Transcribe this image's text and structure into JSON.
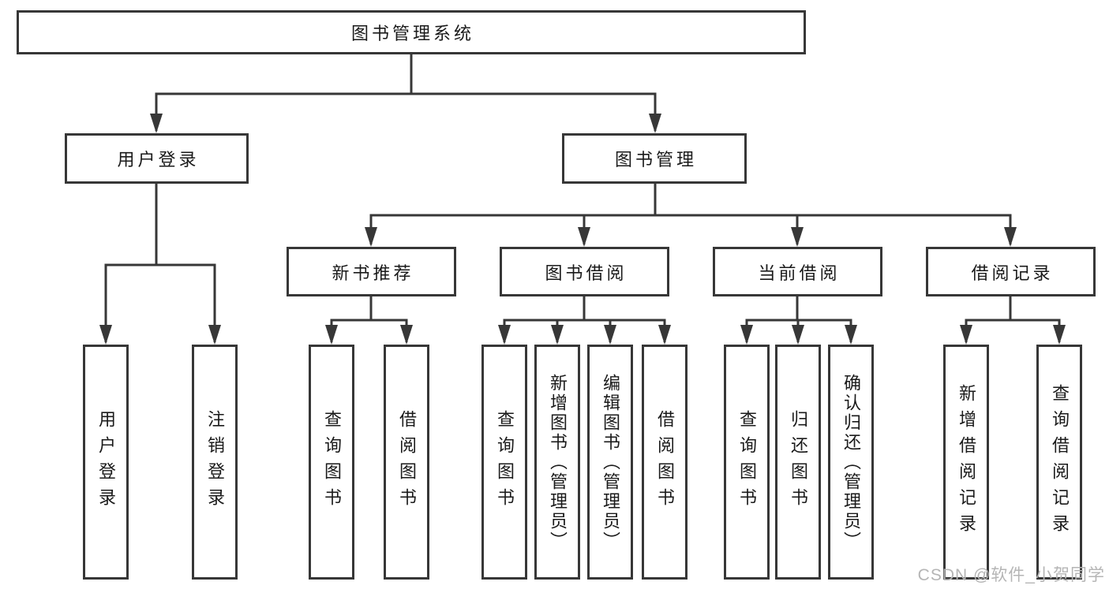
{
  "tree": {
    "label": "图书管理系统",
    "children": [
      {
        "label": "用户登录",
        "children": [
          {
            "label": "用户登录"
          },
          {
            "label": "注销登录"
          }
        ]
      },
      {
        "label": "图书管理",
        "children": [
          {
            "label": "新书推荐",
            "children": [
              {
                "label": "查询图书"
              },
              {
                "label": "借阅图书"
              }
            ]
          },
          {
            "label": "图书借阅",
            "children": [
              {
                "label": "查询图书"
              },
              {
                "label": "新增图书（管理员）"
              },
              {
                "label": "编辑图书（管理员）"
              },
              {
                "label": "借阅图书"
              }
            ]
          },
          {
            "label": "当前借阅",
            "children": [
              {
                "label": "查询图书"
              },
              {
                "label": "归还图书"
              },
              {
                "label": "确认归还（管理员）"
              }
            ]
          },
          {
            "label": "借阅记录",
            "children": [
              {
                "label": "新增借阅记录"
              },
              {
                "label": "查询借阅记录"
              }
            ]
          }
        ]
      }
    ]
  },
  "watermark": {
    "text": "CSDN @软件_小贺同学"
  },
  "colors": {
    "line": "#373737",
    "text": "#1a1a1a",
    "watermark": "#b5b5b5",
    "background": "#ffffff"
  }
}
